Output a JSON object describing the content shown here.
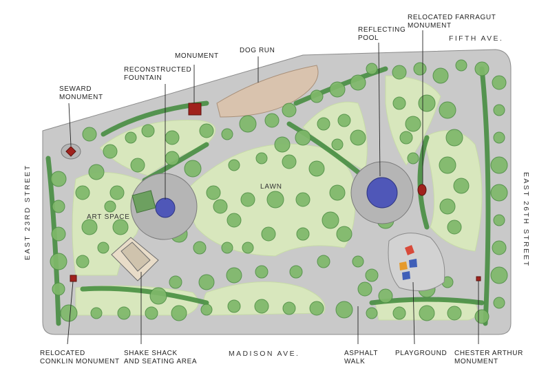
{
  "streets": {
    "north": "FIFTH AVE.",
    "south": "MADISON AVE.",
    "west": "EAST 23RD STREET",
    "east": "EAST 26TH STREET"
  },
  "in_plan_labels": {
    "lawn": "LAWN",
    "art_space": "ART SPACE"
  },
  "callouts": {
    "seward": "SEWARD\nMONUMENT",
    "fountain": "RECONSTRUCTED\nFOUNTAIN",
    "monument": "MONUMENT",
    "dog_run": "DOG RUN",
    "reflecting_pool": "REFLECTING\nPOOL",
    "farragut": "RELOCATED FARRAGUT\nMONUMENT",
    "conklin": "RELOCATED\nCONKLIN MONUMENT",
    "shake_shack": "SHAKE SHACK\nAND SEATING AREA",
    "asphalt_walk": "ASPHALT\nWALK",
    "playground": "PLAYGROUND",
    "chester_arthur": "CHESTER ARTHUR\nMONUMENT"
  },
  "colors": {
    "paving": "#c9c9c9",
    "lawn": "#d8e7bd",
    "lawn_dark": "#c7dba8",
    "hedge": "#3f8a3a",
    "tree": "#7fb86a",
    "tree_edge": "#4f8f45",
    "dog_run": "#d9c3ae",
    "water": "#4f57b8",
    "monument": "#a0221d",
    "playground_red": "#d84a3a",
    "playground_blue": "#3f5fb8",
    "playground_orange": "#e59a2c"
  }
}
